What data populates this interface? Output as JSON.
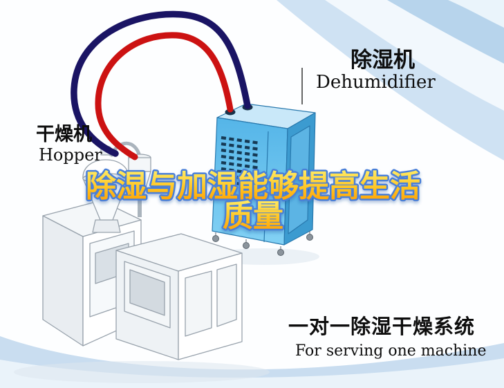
{
  "title": {
    "line1": "除湿与加湿能够提高生活",
    "line2": "质量"
  },
  "labels": {
    "dehumidifier": {
      "cn": "除湿机",
      "en": "Dehumidifier"
    },
    "hopper": {
      "cn": "干燥机",
      "en": "Hopper"
    },
    "caption": {
      "cn": "一对一除湿干燥系统",
      "en": "For serving one machine"
    }
  },
  "illustration": {
    "machines": [
      "extruder-machine",
      "hopper-dryer",
      "dehumidifier-unit"
    ],
    "hoses": [
      "supply-hose-red",
      "return-hose-navy"
    ]
  },
  "colors": {
    "title_fill_top": "#ffee6a",
    "title_fill_bottom": "#ff9a00",
    "title_stroke": "#4a7fd8",
    "pipe_red": "#cc1212",
    "pipe_navy": "#1a1464",
    "dehumidifier_blue": "#4fb0e0",
    "background_sweep": "#cce0f2"
  }
}
